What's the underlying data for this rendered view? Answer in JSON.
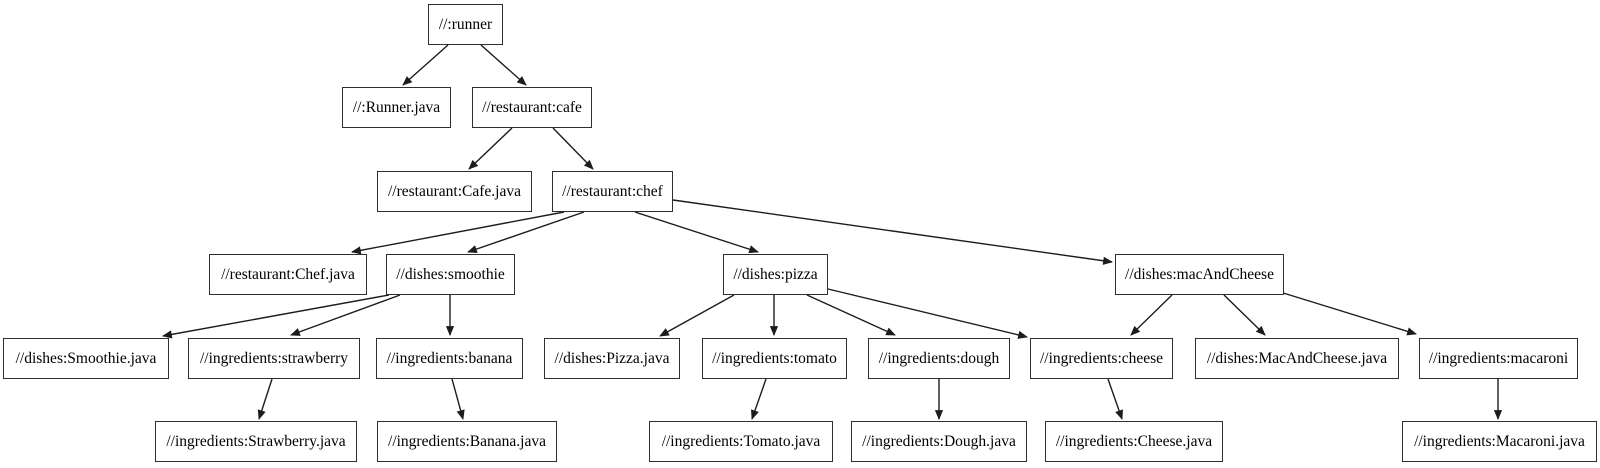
{
  "diagram": {
    "type": "build-dependency-graph",
    "background_color": "#ffffff",
    "node_fill_color": "#ffffff",
    "node_border_color": "#2e2e2e",
    "edge_color": "#1c1c1c",
    "nodes": [
      {
        "id": "runner",
        "label": "//:runner"
      },
      {
        "id": "runner-java",
        "label": "//:Runner.java"
      },
      {
        "id": "cafe",
        "label": "//restaurant:cafe"
      },
      {
        "id": "cafe-java",
        "label": "//restaurant:Cafe.java"
      },
      {
        "id": "chef",
        "label": "//restaurant:chef"
      },
      {
        "id": "chef-java",
        "label": "//restaurant:Chef.java"
      },
      {
        "id": "smoothie",
        "label": "//dishes:smoothie"
      },
      {
        "id": "pizza",
        "label": "//dishes:pizza"
      },
      {
        "id": "mac-and-cheese",
        "label": "//dishes:macAndCheese"
      },
      {
        "id": "smoothie-java",
        "label": "//dishes:Smoothie.java"
      },
      {
        "id": "strawberry",
        "label": "//ingredients:strawberry"
      },
      {
        "id": "banana",
        "label": "//ingredients:banana"
      },
      {
        "id": "pizza-java",
        "label": "//dishes:Pizza.java"
      },
      {
        "id": "tomato",
        "label": "//ingredients:tomato"
      },
      {
        "id": "dough",
        "label": "//ingredients:dough"
      },
      {
        "id": "cheese",
        "label": "//ingredients:cheese"
      },
      {
        "id": "mac-and-cheese-java",
        "label": "//dishes:MacAndCheese.java"
      },
      {
        "id": "macaroni",
        "label": "//ingredients:macaroni"
      },
      {
        "id": "strawberry-java",
        "label": "//ingredients:Strawberry.java"
      },
      {
        "id": "banana-java",
        "label": "//ingredients:Banana.java"
      },
      {
        "id": "tomato-java",
        "label": "//ingredients:Tomato.java"
      },
      {
        "id": "dough-java",
        "label": "//ingredients:Dough.java"
      },
      {
        "id": "cheese-java",
        "label": "//ingredients:Cheese.java"
      },
      {
        "id": "macaroni-java",
        "label": "//ingredients:Macaroni.java"
      }
    ],
    "edges": [
      {
        "from": "runner",
        "to": "runner-java"
      },
      {
        "from": "runner",
        "to": "cafe"
      },
      {
        "from": "cafe",
        "to": "cafe-java"
      },
      {
        "from": "cafe",
        "to": "chef"
      },
      {
        "from": "chef",
        "to": "chef-java"
      },
      {
        "from": "chef",
        "to": "smoothie"
      },
      {
        "from": "chef",
        "to": "pizza"
      },
      {
        "from": "chef",
        "to": "mac-and-cheese"
      },
      {
        "from": "smoothie",
        "to": "smoothie-java"
      },
      {
        "from": "smoothie",
        "to": "strawberry"
      },
      {
        "from": "smoothie",
        "to": "banana"
      },
      {
        "from": "pizza",
        "to": "pizza-java"
      },
      {
        "from": "pizza",
        "to": "tomato"
      },
      {
        "from": "pizza",
        "to": "dough"
      },
      {
        "from": "pizza",
        "to": "cheese"
      },
      {
        "from": "mac-and-cheese",
        "to": "cheese"
      },
      {
        "from": "mac-and-cheese",
        "to": "mac-and-cheese-java"
      },
      {
        "from": "mac-and-cheese",
        "to": "macaroni"
      },
      {
        "from": "strawberry",
        "to": "strawberry-java"
      },
      {
        "from": "banana",
        "to": "banana-java"
      },
      {
        "from": "tomato",
        "to": "tomato-java"
      },
      {
        "from": "dough",
        "to": "dough-java"
      },
      {
        "from": "cheese",
        "to": "cheese-java"
      },
      {
        "from": "macaroni",
        "to": "macaroni-java"
      }
    ]
  }
}
